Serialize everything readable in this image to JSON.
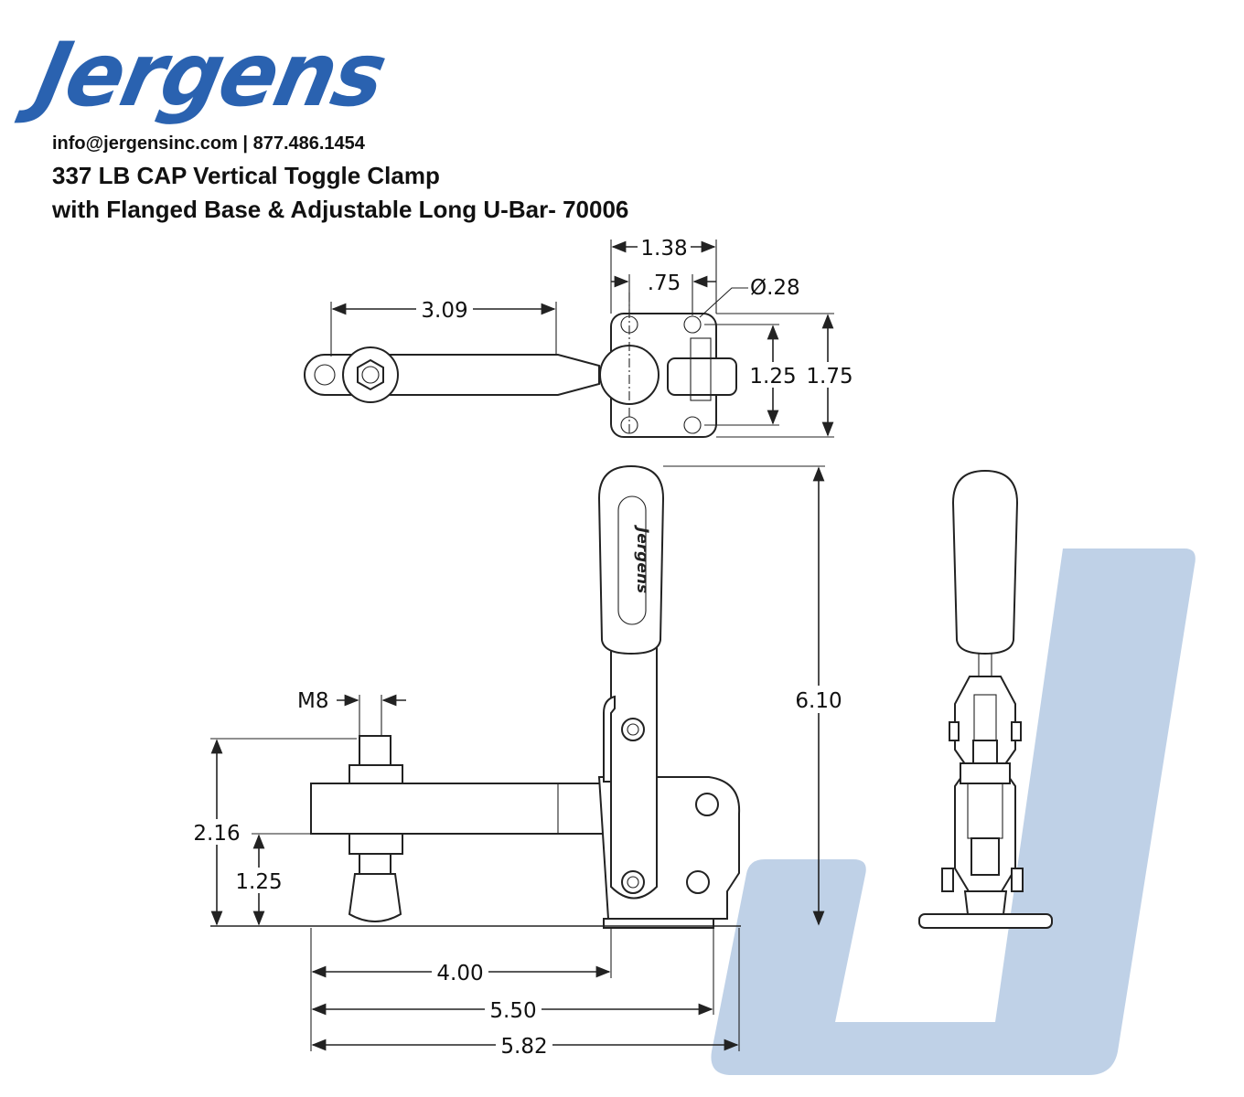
{
  "header": {
    "logo_text": "Jergens",
    "contact": "info@jergensinc.com | 877.486.1454",
    "title_line1": "337 LB CAP Vertical Toggle Clamp",
    "title_line2": "with Flanged Base & Adjustable Long U-Bar- 70006"
  },
  "top_view": {
    "dims": {
      "base_width": "1.38",
      "hole_spacing_x": ".75",
      "hole_diameter": "Ø.28",
      "arm_length": "3.09",
      "hole_spacing_y": "1.25",
      "base_depth": "1.75"
    }
  },
  "side_view": {
    "handle_logo_text": "Jergens",
    "dims": {
      "thread": "M8",
      "overall_height_arm": "2.16",
      "spindle_height": "1.25",
      "overall_height": "6.10",
      "spindle_to_pivot": "4.00",
      "spindle_to_base_end": "5.50",
      "overall_length": "5.82"
    }
  },
  "colors": {
    "brand": "#2a62b0",
    "watermark": "#b8cce4"
  }
}
